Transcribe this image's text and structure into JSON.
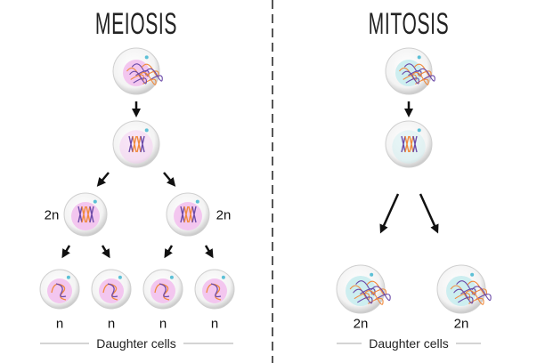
{
  "meiosis": {
    "title": "MEIOSIS",
    "parent_ploidy": [
      "2n",
      "2n"
    ],
    "daughter_ploidy": [
      "n",
      "n",
      "n",
      "n"
    ],
    "caption": "Daughter cells"
  },
  "mitosis": {
    "title": "MITOSIS",
    "daughter_ploidy": [
      "2n",
      "2n"
    ],
    "caption": "Daughter cells"
  },
  "colors": {
    "meiosis_nucleus": "#f3c6ef",
    "mitosis_nucleus": "#cdeef0",
    "chromosome_orange": "#f08a3c",
    "chromosome_purple": "#6b4aa8",
    "centrosome": "#5cc0d6",
    "divider": "#555555"
  }
}
